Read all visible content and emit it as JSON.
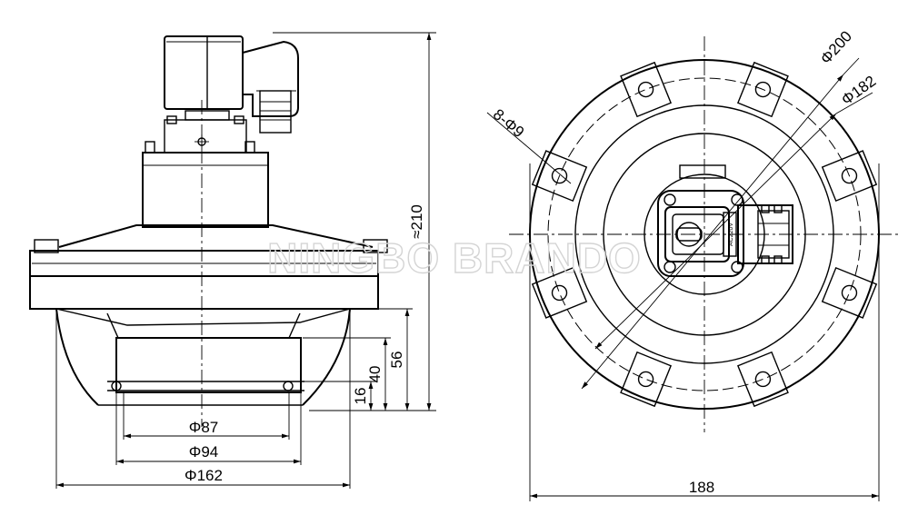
{
  "watermark": "NINGBO BRANDO",
  "side_view": {
    "dimensions": {
      "height_total": "≈210",
      "height_outlet": "56",
      "height_body": "40",
      "height_thread": "16",
      "diameter_inner": "Φ87",
      "diameter_outer": "Φ94",
      "diameter_flange": "Φ162"
    }
  },
  "top_view": {
    "dimensions": {
      "bolt_holes": "8-Φ9",
      "diameter_outer": "Φ200",
      "diameter_bolt_circle": "Φ182",
      "width_total": "188"
    },
    "coil_plate": "AC220V"
  }
}
